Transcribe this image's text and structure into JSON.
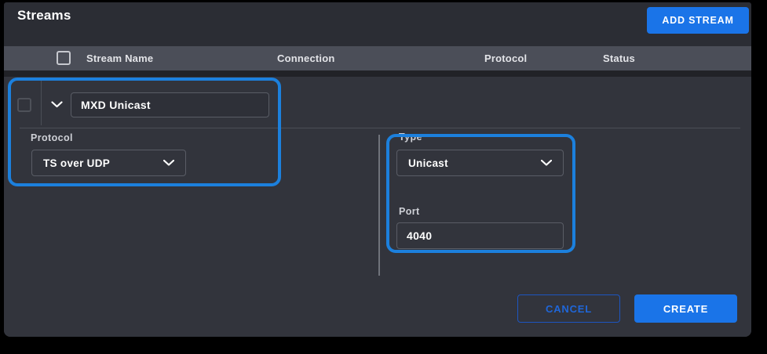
{
  "page": {
    "title": "Streams"
  },
  "toolbar": {
    "add_stream_label": "ADD STREAM"
  },
  "table": {
    "columns": [
      "Stream Name",
      "Connection",
      "Protocol",
      "Status"
    ]
  },
  "form": {
    "stream_name": {
      "value": "MXD Unicast"
    },
    "protocol": {
      "label": "Protocol",
      "value": "TS over UDP"
    },
    "type": {
      "label": "Type",
      "value": "Unicast"
    },
    "port": {
      "label": "Port",
      "value": "4040"
    }
  },
  "actions": {
    "cancel_label": "CANCEL",
    "create_label": "CREATE"
  },
  "icons": {
    "row_expander": "chevron-down-icon",
    "protocol_dropdown": "chevron-down-icon",
    "type_dropdown": "chevron-down-icon"
  },
  "colors": {
    "accent_blue": "#1a74e8",
    "highlight_outline_blue": "#1c80dd",
    "cancel_blue": "#1f66d9",
    "panel_background": "#2b2d34",
    "form_background": "#32343c",
    "table_header_background": "#4b4e58"
  }
}
